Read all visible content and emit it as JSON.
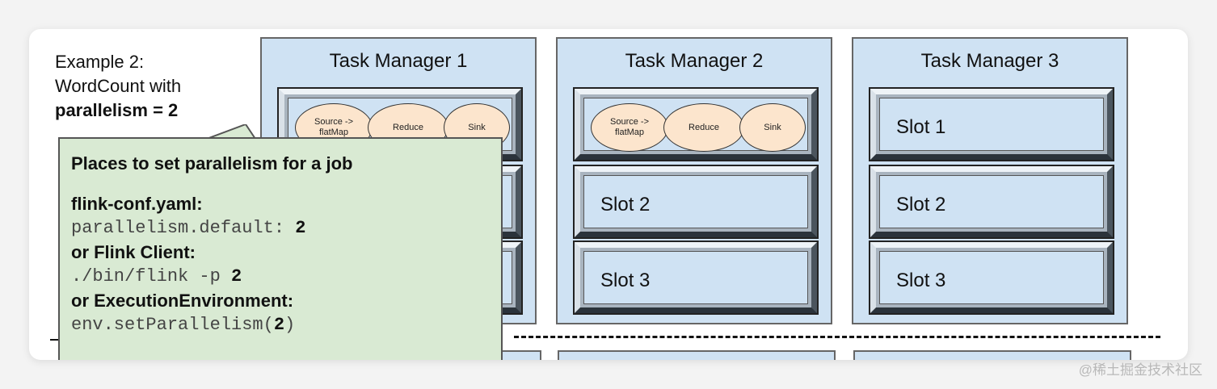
{
  "intro": {
    "line1": "Example 2:",
    "line2": "WordCount with",
    "line3": "parallelism = 2"
  },
  "task_managers": [
    {
      "title": "Task Manager 1",
      "slots": [
        {
          "label": "",
          "operators": [
            "Source ->\nflatMap",
            "Reduce",
            "Sink"
          ]
        },
        {
          "label": "",
          "operators": []
        },
        {
          "label": "",
          "operators": []
        }
      ]
    },
    {
      "title": "Task Manager 2",
      "slots": [
        {
          "label": "",
          "operators": [
            "Source ->\nflatMap",
            "Reduce",
            "Sink"
          ]
        },
        {
          "label": "Slot 2",
          "operators": []
        },
        {
          "label": "Slot 3",
          "operators": []
        }
      ]
    },
    {
      "title": "Task Manager 3",
      "slots": [
        {
          "label": "Slot 1",
          "operators": []
        },
        {
          "label": "Slot 2",
          "operators": []
        },
        {
          "label": "Slot 3",
          "operators": []
        }
      ]
    }
  ],
  "callout": {
    "title": "Places to set parallelism for a job",
    "sections": [
      {
        "heading": "flink-conf.yaml:",
        "code": "parallelism.default: ",
        "value": "2",
        "suffix": ""
      },
      {
        "heading": "or Flink Client:",
        "code": "./bin/flink -p ",
        "value": "2",
        "suffix": ""
      },
      {
        "heading": "or ExecutionEnvironment:",
        "code": "env.setParallelism(",
        "value": "2",
        "suffix": ")"
      }
    ]
  },
  "watermark": "@稀土掘金技术社区",
  "colors": {
    "task_manager_bg": "#cfe2f3",
    "operator_bg": "#fce5cd",
    "callout_bg": "#d9ead3"
  }
}
